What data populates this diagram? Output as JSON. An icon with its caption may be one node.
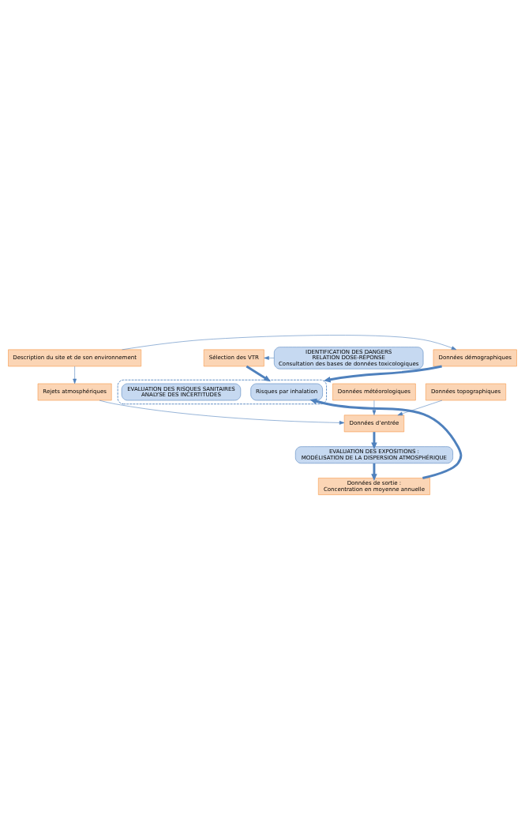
{
  "diagram": {
    "nodes": [
      {
        "text": [
          "Description du site et de son environnement"
        ]
      },
      {
        "text": [
          "IDENTIFICATION DES DANGERS",
          "RELATION DOSE-RÉPONSE",
          "Consultation des bases de données toxicologiques"
        ]
      },
      {
        "text": [
          "Rejets atmosphériques"
        ]
      },
      {
        "text": [
          "Données météorologiques"
        ]
      },
      {
        "text": [
          "Données topographiques"
        ]
      },
      {
        "text": [
          "Données d’entrée"
        ]
      },
      {
        "text": [
          "EVALUATION DES EXPOSITIONS :",
          "MODÉLISATION DE LA DISPERSION ATMOSPHÉRIQUE"
        ]
      },
      {
        "text": [
          "Données de sortie :",
          "Concentration en moyenne annuelle"
        ]
      },
      {
        "text": [
          "Sélection des VTR"
        ]
      },
      {
        "text": [
          "Données démographiques"
        ]
      },
      {
        "text": [],
        "shape": "box"
      },
      {
        "text": [
          "Risques par inhalation"
        ],
        "in": 10
      },
      {
        "text": [
          "EVALUATION DES RISQUES SANITAIRES",
          "ANALYSE DES INCERTITUDES"
        ],
        "in": 10
      }
    ],
    "edges": [
      {
        "from": 0,
        "to": 2,
        "arrow": "to"
      },
      {
        "from": 0,
        "to": 9,
        "arrow": "to"
      },
      {
        "from": 1,
        "to": 8,
        "arrow": "to"
      },
      {
        "from": 2,
        "to": 5,
        "arrow": "to"
      },
      {
        "from": 3,
        "to": 5,
        "arrow": "to"
      },
      {
        "from": 4,
        "to": 5,
        "arrow": "to"
      },
      {
        "from": 5,
        "to": 6,
        "arrow": "to",
        "style": "thick"
      },
      {
        "from": 6,
        "to": 7,
        "arrow": "to",
        "style": "thick"
      },
      {
        "from": 7,
        "to": 11,
        "arrow": "to",
        "style": "thick"
      },
      {
        "from": 8,
        "to": 10,
        "arrow": "to",
        "style": "thick"
      },
      {
        "from": 9,
        "to": 10,
        "arrow": "to",
        "style": "thick"
      }
    ]
  }
}
